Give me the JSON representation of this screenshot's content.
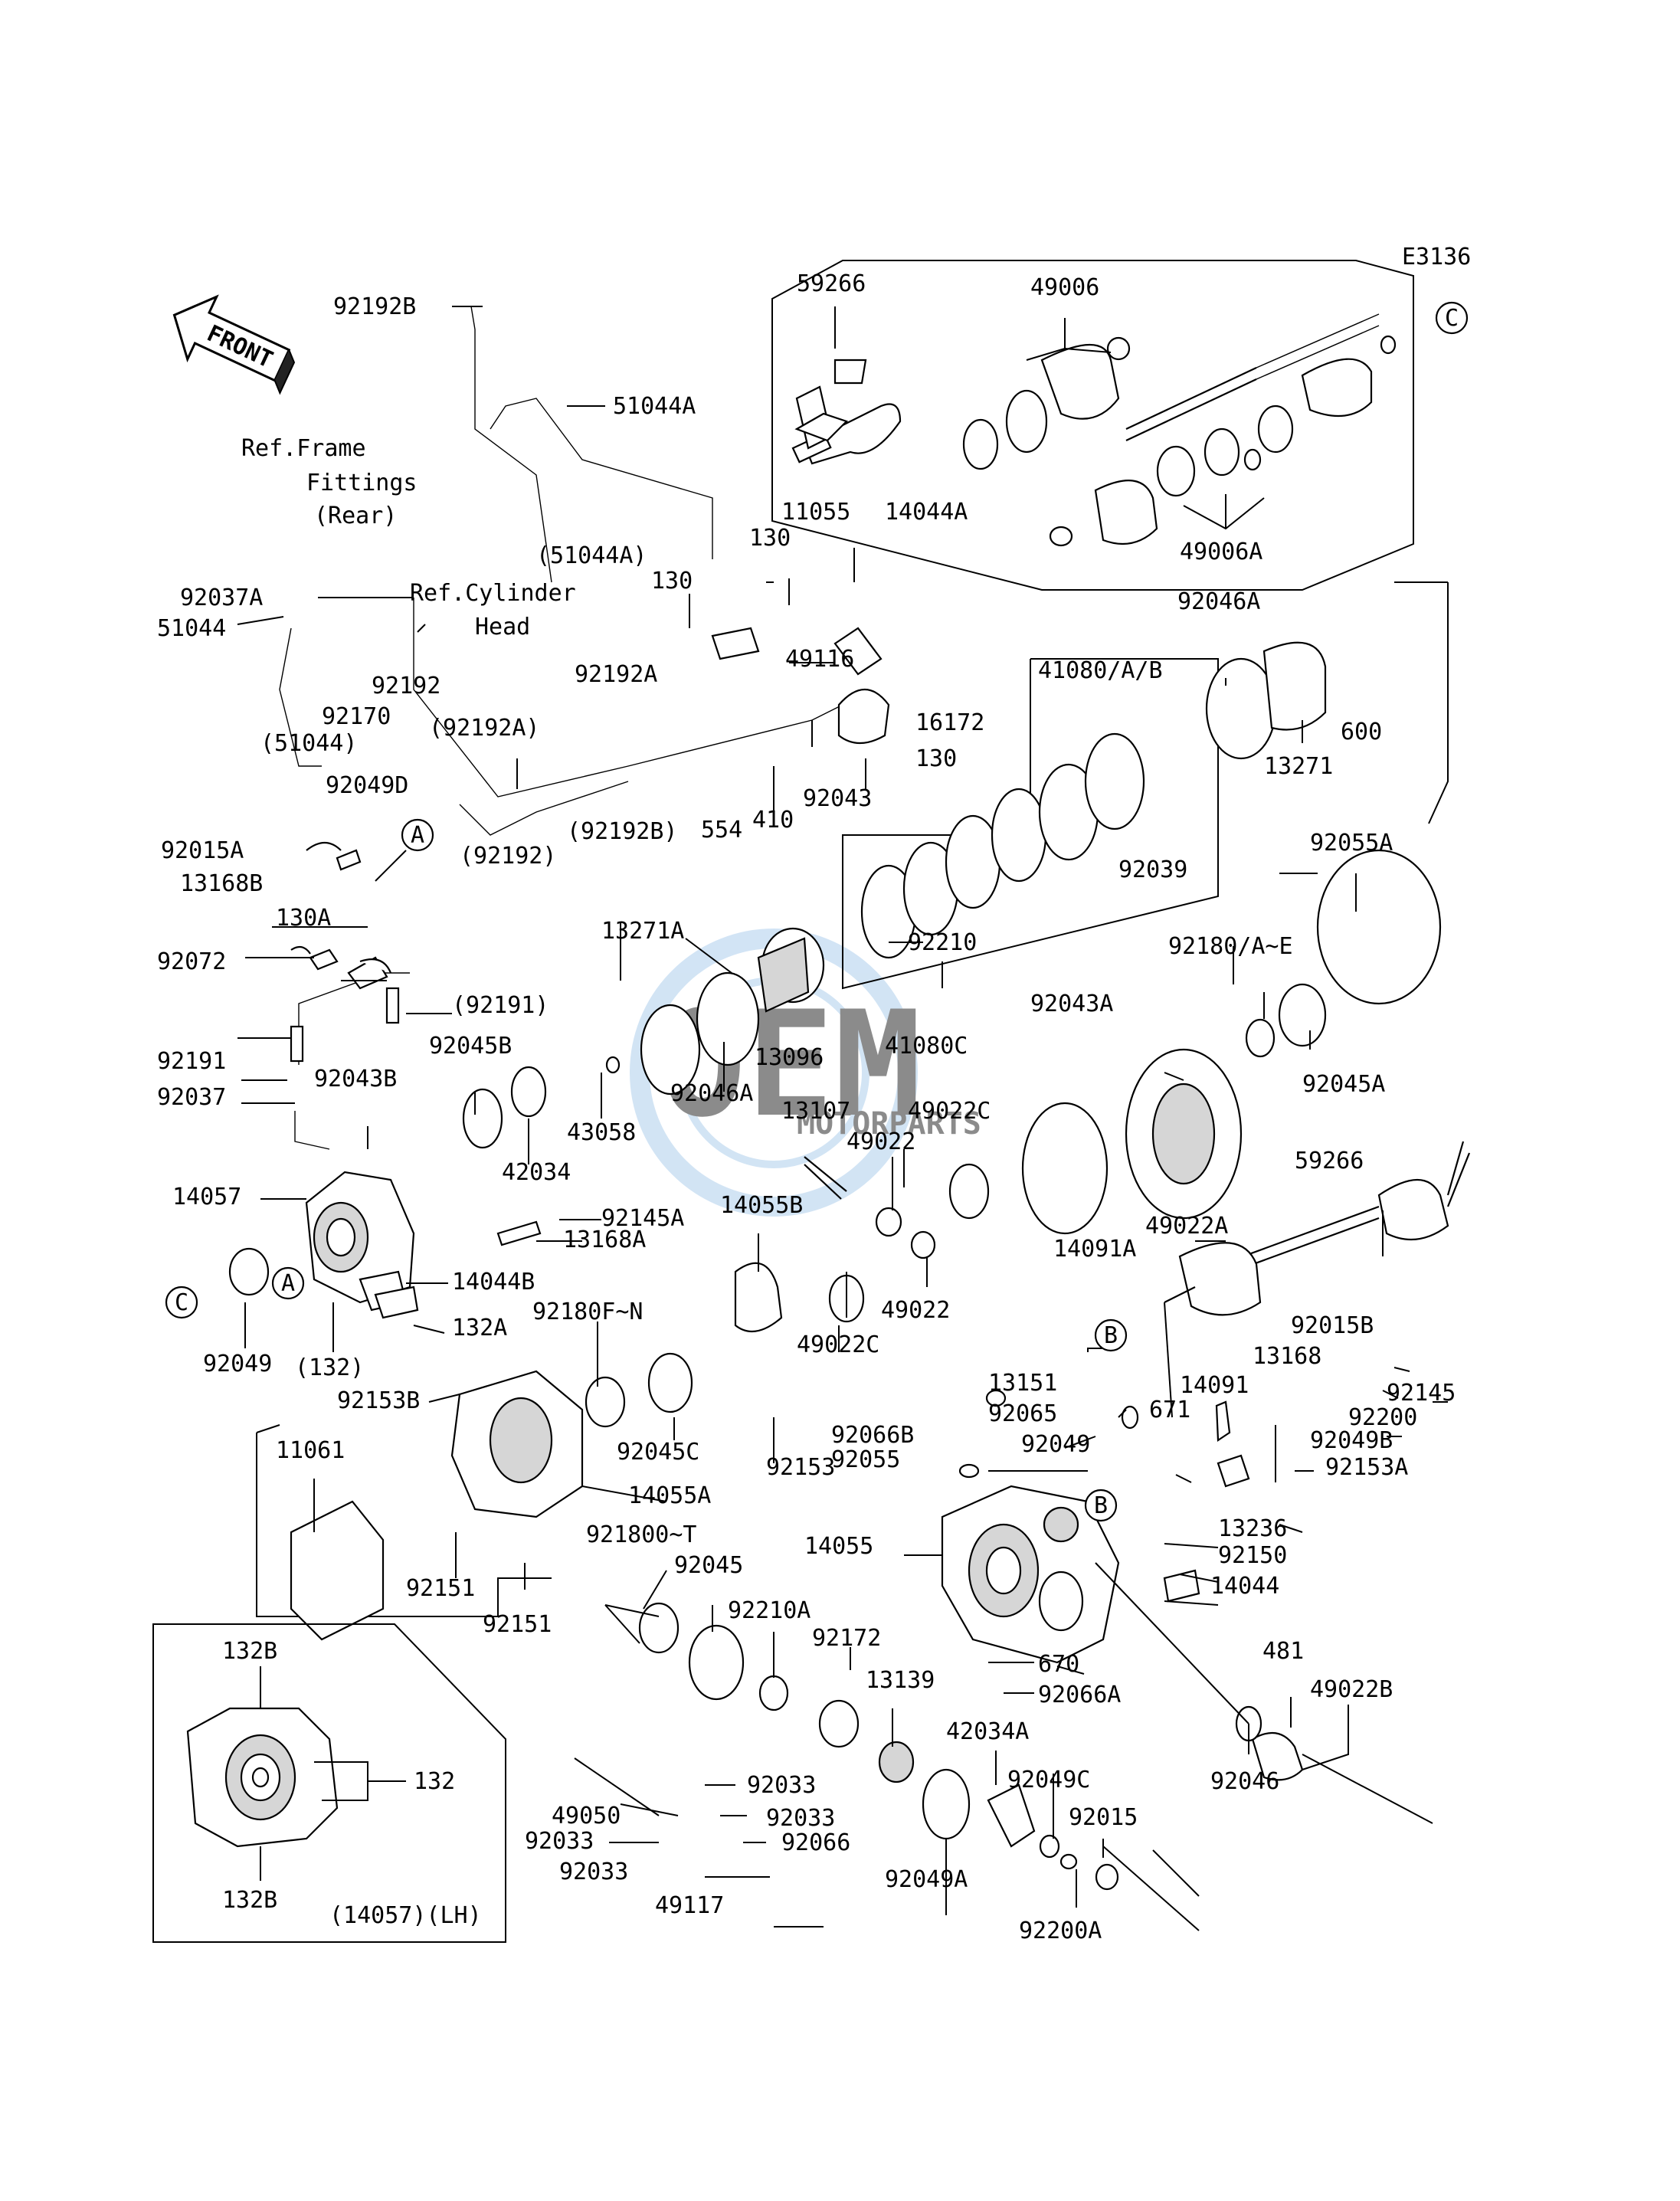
{
  "diagram": {
    "code": "E3136",
    "front_label": "FRONT",
    "watermark": {
      "text": "OEM",
      "subtext": "MOTORPARTS",
      "color": "#9cc4e8"
    },
    "inset_caption": "(14057)(LH)",
    "callouts": [
      "A",
      "B",
      "C"
    ],
    "refs": {
      "frame": [
        "Ref.Frame",
        "Fittings",
        "(Rear)"
      ],
      "cylinder": [
        "Ref.Cylinder",
        "Head"
      ]
    },
    "labels": {
      "p59266": "59266",
      "p49006": "49006",
      "p49006a": "49006A",
      "p59266b": "59266",
      "p92192b": "92192B",
      "p51044a": "51044A",
      "p51044a_p": "(51044A)",
      "p92037a": "92037A",
      "p51044": "51044",
      "p92170": "92170",
      "p92192": "92192",
      "p51044_p": "(51044)",
      "p92192a_p": "(92192A)",
      "p92192a": "92192A",
      "p92192_p": "(92192)",
      "p92192b_p": "(92192B)",
      "p130a": "130",
      "p130b": "130",
      "p130c": "130",
      "p11055": "11055",
      "p14044a": "14044A",
      "p49116": "49116",
      "p16172": "16172",
      "p92043": "92043",
      "p554": "554",
      "p410": "410",
      "p92046a_t": "92046A",
      "p13271": "13271",
      "p600": "600",
      "p41080": "41080/A/B",
      "p92039": "92039",
      "p92210": "92210",
      "p41080c": "41080C",
      "p92055a": "92055A",
      "p92180ae": "92180/A~E",
      "p92045a": "92045A",
      "p92043a": "92043A",
      "p49022a": "49022A",
      "p49022c_t": "49022C",
      "p49022_1": "49022",
      "p49022_2": "49022",
      "p49022c_b": "49022C",
      "p14091a": "14091A",
      "p14055b": "14055B",
      "p13107": "13107",
      "p13096": "13096",
      "p92046a_m": "92046A",
      "p13271a": "13271A",
      "p43058": "43058",
      "p42034": "42034",
      "p92045b": "92045B",
      "p92049d": "92049D",
      "p92015a": "92015A",
      "p13168b": "13168B",
      "p130a_s": "130A",
      "p92072": "92072",
      "p92191_p": "(92191)",
      "p92191": "92191",
      "p92037": "92037",
      "p92043b": "92043B",
      "p14057": "14057",
      "p92145a": "92145A",
      "p13168a": "13168A",
      "p14044b": "14044B",
      "p132a": "132A",
      "p132_p": "(132)",
      "p92049": "92049",
      "p92153b": "92153B",
      "p92180fn": "92180F~N",
      "p92045c": "92045C",
      "p92153": "92153",
      "p11061": "11061",
      "p14055a": "14055A",
      "p92151a": "92151",
      "p92151b": "92151",
      "p92180ot": "921800~T",
      "p92045": "92045",
      "p92210a": "92210A",
      "p92172": "92172",
      "p13139": "13139",
      "p42034a": "42034A",
      "p92049c": "92049C",
      "p92015": "92015",
      "p92049a": "92049A",
      "p92200a": "92200A",
      "p92033a": "92033",
      "p92033b": "92033",
      "p92033c": "92033",
      "p92033d": "92033",
      "p49050": "49050",
      "p92066": "92066",
      "p49117": "49117",
      "p13151": "13151",
      "p92065": "92065",
      "p92066b": "92066B",
      "p92055": "92055",
      "p92049m": "92049",
      "p14055": "14055",
      "p670": "670",
      "p92066a": "92066A",
      "p671": "671",
      "p14091": "14091",
      "p13236": "13236",
      "p92150": "92150",
      "p14044": "14044",
      "p92046": "92046",
      "p481": "481",
      "p49022b": "49022B",
      "p92015b": "92015B",
      "p13168": "13168",
      "p92145": "92145",
      "p92200": "92200",
      "p92049b": "92049B",
      "p92153a": "92153A",
      "p132b_t": "132B",
      "p132_i": "132",
      "p132b_b": "132B"
    }
  }
}
